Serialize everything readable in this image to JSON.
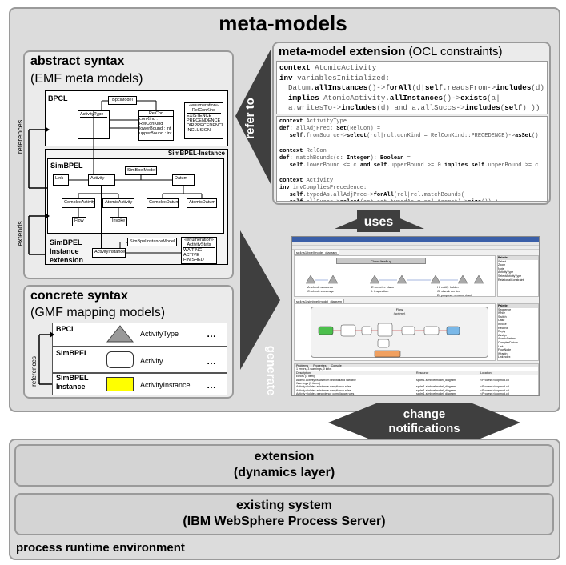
{
  "title": "meta-models",
  "abstract_syntax": {
    "heading": "abstract syntax",
    "subheading": "(EMF meta models)",
    "bpcl": {
      "label": "BPCL",
      "bpcl_model": "BpclModel",
      "activity_type": "ActivityType",
      "relcon": "RelCon",
      "relcon_attrs": [
        "conKind :",
        "RelConKind",
        "lowerBound : int",
        "upperBound : int"
      ],
      "enum_stereotype": "«enumeration»",
      "enum_name": "RelConKind",
      "enum_values": [
        "EXISTENCE",
        "PRECENDENCE",
        "DIRPRECEDENCE",
        "INCLUSION"
      ]
    },
    "simbpel_instance_header": "SimBPEL-Instance",
    "simbpel": {
      "label": "SimBPEL",
      "link": "Link",
      "activity": "Activity",
      "model": "SimBpelModel",
      "datum": "Datum",
      "complex_activity": "ComplexActivity",
      "atomic_activity": "AtomicActivity",
      "complex_datum": "ComplexDatum",
      "atomic_datum": "AtomicDatum",
      "flow": "Flow",
      "invoke": "Invoke"
    },
    "instance_ext": {
      "label_lines": [
        "SimBPEL",
        "Instance",
        "extension"
      ],
      "activity_instance": "ActivityInstance",
      "instance_model": "SimBpelInstanceModel",
      "enum_stereotype": "«enumeration»",
      "enum_name": "ActivityStats",
      "enum_values": [
        "WAITING",
        "ACTIVE",
        "FINISHED"
      ]
    },
    "references_label": "references",
    "extends_label": "extends"
  },
  "concrete_syntax": {
    "heading": "concrete syntax",
    "subheading": "(GMF mapping models)",
    "rows": [
      {
        "label": "BPCL",
        "element": "ActivityType",
        "more": "…"
      },
      {
        "label": "SimBPEL",
        "element": "Activity",
        "more": "…"
      },
      {
        "label": "SimBPEL Instance",
        "element": "ActivityInstance",
        "more": "…"
      }
    ],
    "references_label": "references",
    "colors": {
      "triangle": "#999999",
      "rounded": "#ffffff",
      "instance": "#ffff00"
    }
  },
  "arrows": {
    "refer_to": "refer to",
    "generate": "generate",
    "uses": "uses",
    "change_notifications": [
      "change",
      "notifications"
    ]
  },
  "meta_model_extension": {
    "heading_bold": "meta-model extension",
    "heading_normal": "(OCL constraints)",
    "block1": [
      [
        {
          "t": "context ",
          "b": true
        },
        {
          "t": "AtomicActivity",
          "b": false
        }
      ],
      [
        {
          "t": "inv ",
          "b": true
        },
        {
          "t": "variablesInitialized:",
          "b": false
        }
      ],
      [
        {
          "t": "  Datum.",
          "b": false
        },
        {
          "t": "allInstances",
          "b": true
        },
        {
          "t": "()->",
          "b": false
        },
        {
          "t": "forAll",
          "b": true
        },
        {
          "t": "(d|",
          "b": false
        },
        {
          "t": "self",
          "b": true
        },
        {
          "t": ".readsFrom->",
          "b": false
        },
        {
          "t": "includes",
          "b": true
        },
        {
          "t": "(d)",
          "b": false
        }
      ],
      [
        {
          "t": "  implies ",
          "b": true
        },
        {
          "t": "AtomicActivity.",
          "b": false
        },
        {
          "t": "allInstances",
          "b": true
        },
        {
          "t": "()->",
          "b": false
        },
        {
          "t": "exists",
          "b": true
        },
        {
          "t": "(a|",
          "b": false
        }
      ],
      [
        {
          "t": "  a.writesTo->",
          "b": false
        },
        {
          "t": "includes",
          "b": true
        },
        {
          "t": "(d) and a.allSuccs->",
          "b": false
        },
        {
          "t": "includes",
          "b": true
        },
        {
          "t": "(",
          "b": false
        },
        {
          "t": "self",
          "b": true
        },
        {
          "t": ") ))",
          "b": false
        }
      ]
    ],
    "block2": [
      [
        {
          "t": "context ",
          "b": true
        },
        {
          "t": "ActivityType",
          "b": false
        }
      ],
      [
        {
          "t": "def",
          "b": true
        },
        {
          "t": ": allAdjPrec: ",
          "b": false
        },
        {
          "t": "Set",
          "b": true
        },
        {
          "t": "(RelCon) =",
          "b": false
        }
      ],
      [
        {
          "t": "   self",
          "b": true
        },
        {
          "t": ".fromSource->",
          "b": false
        },
        {
          "t": "select",
          "b": true
        },
        {
          "t": "(rcl|rcl.conKind = RelConKind::PRECEDENCE)->",
          "b": false
        },
        {
          "t": "asSet",
          "b": true
        },
        {
          "t": "()",
          "b": false
        }
      ],
      [
        {
          "t": "",
          "b": false
        }
      ],
      [
        {
          "t": "context ",
          "b": true
        },
        {
          "t": "RelCon",
          "b": false
        }
      ],
      [
        {
          "t": "def",
          "b": true
        },
        {
          "t": ": matchBounds(c: ",
          "b": false
        },
        {
          "t": "Integer",
          "b": true
        },
        {
          "t": "): ",
          "b": false
        },
        {
          "t": "Boolean",
          "b": true
        },
        {
          "t": " =",
          "b": false
        }
      ],
      [
        {
          "t": "   self",
          "b": true
        },
        {
          "t": ".lowerBound <= c ",
          "b": false
        },
        {
          "t": "and self",
          "b": true
        },
        {
          "t": ".upperBound >= 0 ",
          "b": false
        },
        {
          "t": "implies self",
          "b": true
        },
        {
          "t": ".upperBound >= c",
          "b": false
        }
      ],
      [
        {
          "t": "",
          "b": false
        }
      ],
      [
        {
          "t": "context ",
          "b": true
        },
        {
          "t": "Activity",
          "b": false
        }
      ],
      [
        {
          "t": "inv ",
          "b": true
        },
        {
          "t": "invCompliesPrecedence:",
          "b": false
        }
      ],
      [
        {
          "t": "   self",
          "b": true
        },
        {
          "t": ".typedAs.allAdjPrec->",
          "b": false
        },
        {
          "t": "forAll",
          "b": true
        },
        {
          "t": "(rcl|rcl.matchBounds(",
          "b": false
        }
      ],
      [
        {
          "t": "   self",
          "b": true
        },
        {
          "t": ".allSuccs->",
          "b": false
        },
        {
          "t": "select",
          "b": true
        },
        {
          "t": "(act|act.typedAs = rcl.target)->",
          "b": false
        },
        {
          "t": "size",
          "b": true
        },
        {
          "t": "()) )",
          "b": false
        }
      ]
    ]
  },
  "runtime": {
    "extension_lines": [
      "extension",
      "(dynamics layer)"
    ],
    "existing_lines": [
      "existing system",
      "(IBM WebSphere Process Server)"
    ],
    "footer": "process runtime environment"
  },
  "screenshot": {
    "palette_header": "Palette",
    "palette_items_top": [
      "Select",
      "Zoom",
      "Note",
      "ActivityType",
      "SelectActivityType",
      "RelationalConstraint"
    ],
    "palette_items_bottom": [
      "Sequence",
      "While",
      "Switch",
      "Case",
      "Invoke",
      "Receive",
      "Reply",
      "Assign",
      "AtomicDatum",
      "ComplexDatum",
      "Link",
      "FlowNode",
      "WrapIn",
      "LinkIndex"
    ],
    "tab1": "sp4rts1.bpel(model_diagram",
    "tab2": "sp4rts1.simbpel(model_diagram",
    "class_box": "ClassViewBug",
    "notes": [
      "A: check amounts",
      "C: check coverage",
      "E: receive claim",
      "I: inspection",
      "H: notify holder",
      "G: check denied",
      "D: propose new contract"
    ],
    "flow_title": "Flow",
    "flow_sub": "(uptime)",
    "problems_tabs": [
      "Problems",
      "Properties",
      "Console"
    ],
    "problems_summary": "1 errors, 3 warnings, 0 infos",
    "problems_cols": [
      "Description",
      "Resource",
      "Location"
    ],
    "problems_rows": [
      [
        "Errors (1 item)",
        "",
        ""
      ],
      [
        "Atomic Activity reads from uninitialized variable",
        "spdm1.simbpelmodel_diagram",
        "<Process>/copmod.cd"
      ],
      [
        "Warnings (3 items)",
        "",
        ""
      ],
      [
        "Activity violates existence compliance rules",
        "spdm1.simbpelmodel_diagram",
        "<Process>/copmod.cd"
      ],
      [
        "Activity violates existence compliance rules",
        "spdm1.simbpelmodel_diagram",
        "<Process>/copmod.cd"
      ],
      [
        "Activity violates precedence compliance rules",
        "spdm1.simbpelmodel_diagram",
        "<Process>/copmod.cd"
      ]
    ]
  }
}
